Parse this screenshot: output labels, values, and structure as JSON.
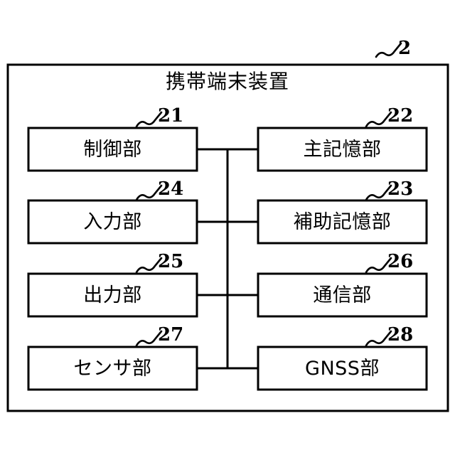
{
  "figure": {
    "type": "patent-block-diagram",
    "outer_frame": {
      "title": "携帯端末装置",
      "ref_number": "2"
    },
    "blocks": [
      {
        "label": "制御部",
        "ref_number": "21",
        "column": "left",
        "row": 1
      },
      {
        "label": "主記憶部",
        "ref_number": "22",
        "column": "right",
        "row": 1
      },
      {
        "label": "入力部",
        "ref_number": "24",
        "column": "left",
        "row": 2
      },
      {
        "label": "補助記憶部",
        "ref_number": "23",
        "column": "right",
        "row": 2
      },
      {
        "label": "出力部",
        "ref_number": "25",
        "column": "left",
        "row": 3
      },
      {
        "label": "通信部",
        "ref_number": "26",
        "column": "right",
        "row": 3
      },
      {
        "label": "センサ部",
        "ref_number": "27",
        "column": "left",
        "row": 4
      },
      {
        "label": "GNSS部",
        "ref_number": "28",
        "column": "right",
        "row": 4
      }
    ],
    "bus": {
      "name": "vertical-bus",
      "description": "central vertical bus connecting all eight blocks"
    },
    "colors": {
      "line": "#000000",
      "background": "#ffffff",
      "text": "#000000"
    }
  }
}
